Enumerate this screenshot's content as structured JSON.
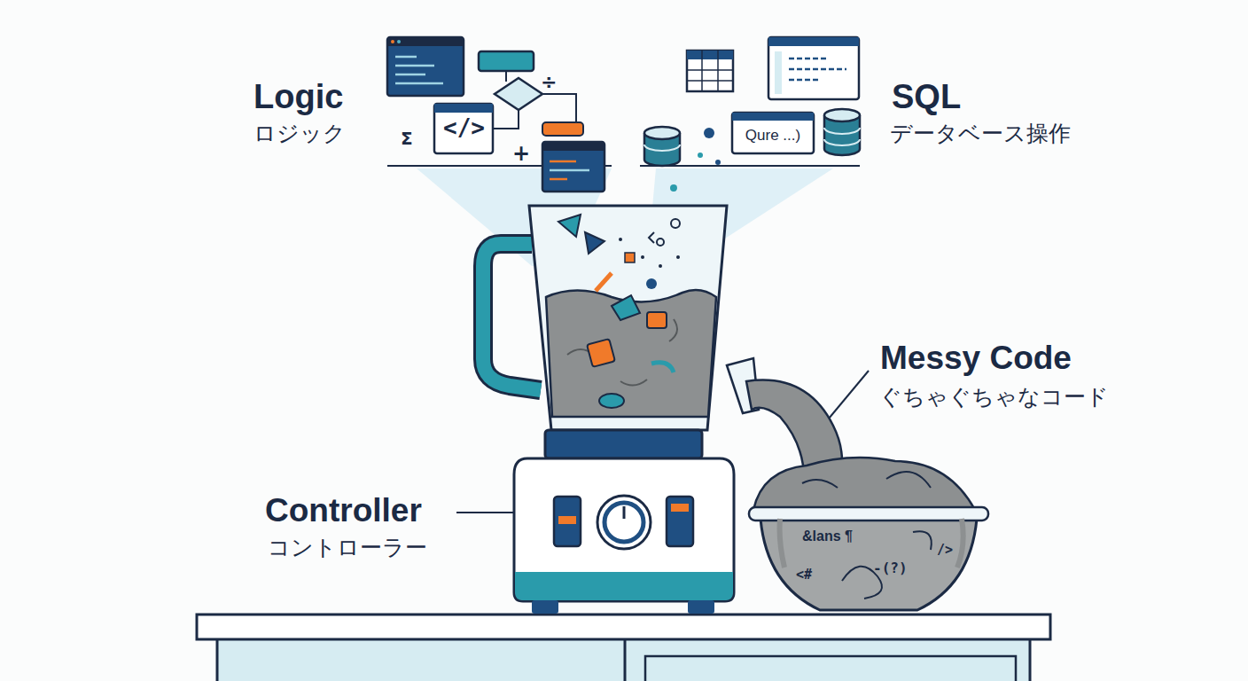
{
  "diagram": {
    "labels": [
      "Logic",
      "ロジック",
      "SQL",
      "データベース操作",
      "Messy Code",
      "ぐちゃぐちゃなコード",
      "Controller",
      "コントローラー",
      "</>",
      "Σ",
      "+",
      "÷",
      "Qure ...)",
      "&lans ¶",
      "<#",
      "-(?)",
      "/>"
    ]
  }
}
